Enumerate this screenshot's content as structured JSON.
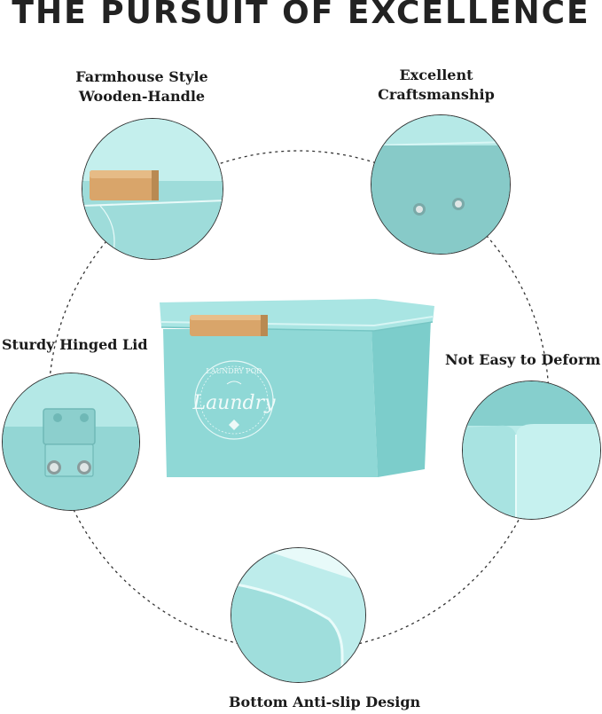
{
  "title": "THE PURSUIT OF EXCELLENCE",
  "features": {
    "handle": {
      "line1": "Farmhouse Style",
      "line2": "Wooden-Handle"
    },
    "craftsmanship": {
      "line1": "Excellent",
      "line2": "Craftsmanship"
    },
    "lid": {
      "label": "Sturdy Hinged Lid"
    },
    "deform": {
      "label": "Not Easy to Deform"
    },
    "bottom": {
      "label": "Bottom Anti-slip Design"
    }
  },
  "product": {
    "emblem_top": "LAUNDRY POD",
    "emblem_word": "Laundry"
  },
  "colors": {
    "teal_body": "#8fd8d6",
    "teal_light": "#b8ecea",
    "teal_dark": "#6fc4c2",
    "wood": "#d9a56a"
  }
}
